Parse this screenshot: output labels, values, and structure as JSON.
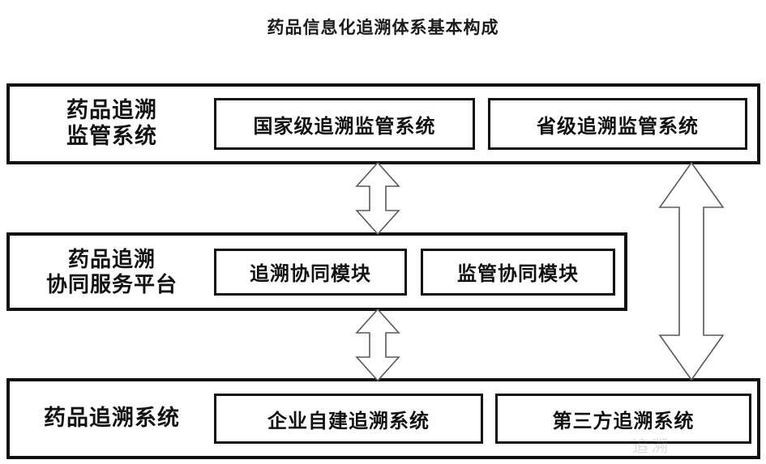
{
  "title": "药品信息化追溯体系基本构成",
  "colors": {
    "background": "#ffffff",
    "stroke": "#111111",
    "text": "#111111",
    "arrow_stroke": "#4a4a4a",
    "arrow_fill": "#ffffff"
  },
  "tiers": [
    {
      "id": "supervision",
      "label": "药品追溯\n监管系统",
      "nodes": [
        {
          "id": "national",
          "label": "国家级追溯监管系统"
        },
        {
          "id": "provincial",
          "label": "省级追溯监管系统"
        }
      ]
    },
    {
      "id": "collaboration",
      "label": "药品追溯\n协同服务平台",
      "nodes": [
        {
          "id": "trace-module",
          "label": "追溯协同模块"
        },
        {
          "id": "supervise-module",
          "label": "监管协同模块"
        }
      ]
    },
    {
      "id": "trace-systems",
      "label": "药品追溯系统",
      "nodes": [
        {
          "id": "enterprise",
          "label": "企业自建追溯系统"
        },
        {
          "id": "third-party",
          "label": "第三方追溯系统"
        }
      ]
    }
  ],
  "arrows": [
    {
      "id": "supervision-to-collaboration",
      "kind": "double-headed-vertical",
      "from": "supervision",
      "to": "collaboration"
    },
    {
      "id": "collaboration-to-trace",
      "kind": "double-headed-vertical",
      "from": "collaboration",
      "to": "trace-systems"
    },
    {
      "id": "supervision-to-trace",
      "kind": "double-headed-vertical",
      "from": "supervision",
      "to": "trace-systems"
    }
  ],
  "watermark": "追溯"
}
